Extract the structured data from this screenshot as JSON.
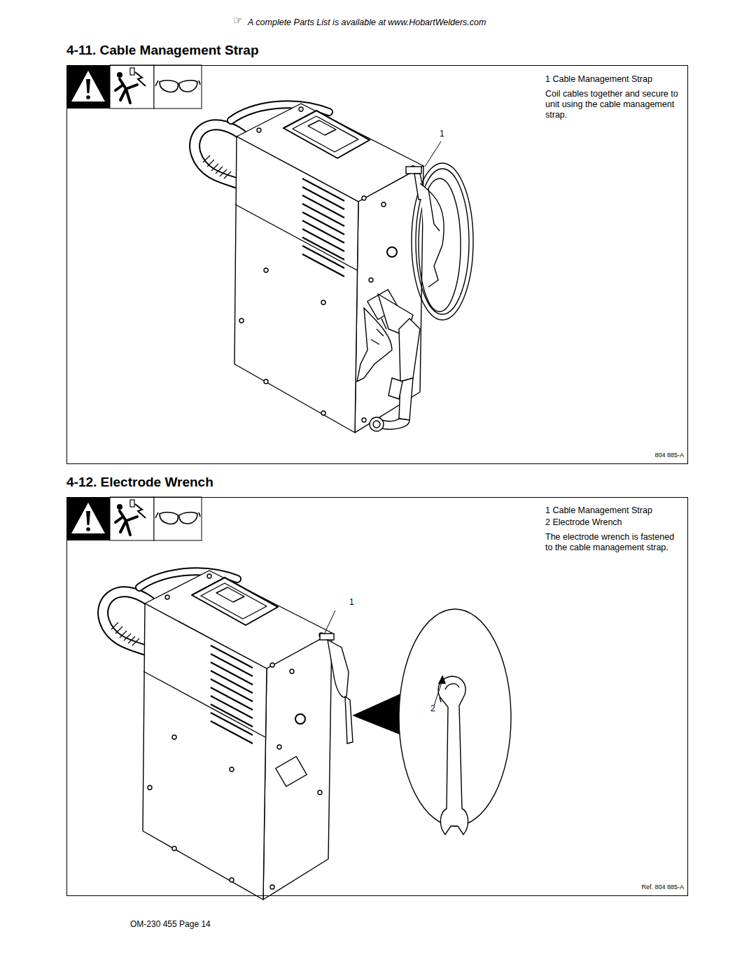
{
  "diagram": {
    "nodes": [
      {
        "text": [
          "4-11. Cable Management Strap",
          "1 Cable Management Strap",
          "Coil cables together and secure to unit using the cable management strap."
        ]
      },
      {
        "text": [
          "4-12. Electrode Wrench",
          "1 Cable Management Strap",
          "2 Electrode Wrench",
          "The electrode wrench is fastened to the cable management strap."
        ]
      }
    ],
    "labels": [
      "☞",
      "A complete Parts List is available at www.HobartWelders.com",
      "1",
      "804 885-A",
      "1",
      "2",
      "Ref. 804 885-A",
      "OM-230 455 Page 14"
    ]
  }
}
